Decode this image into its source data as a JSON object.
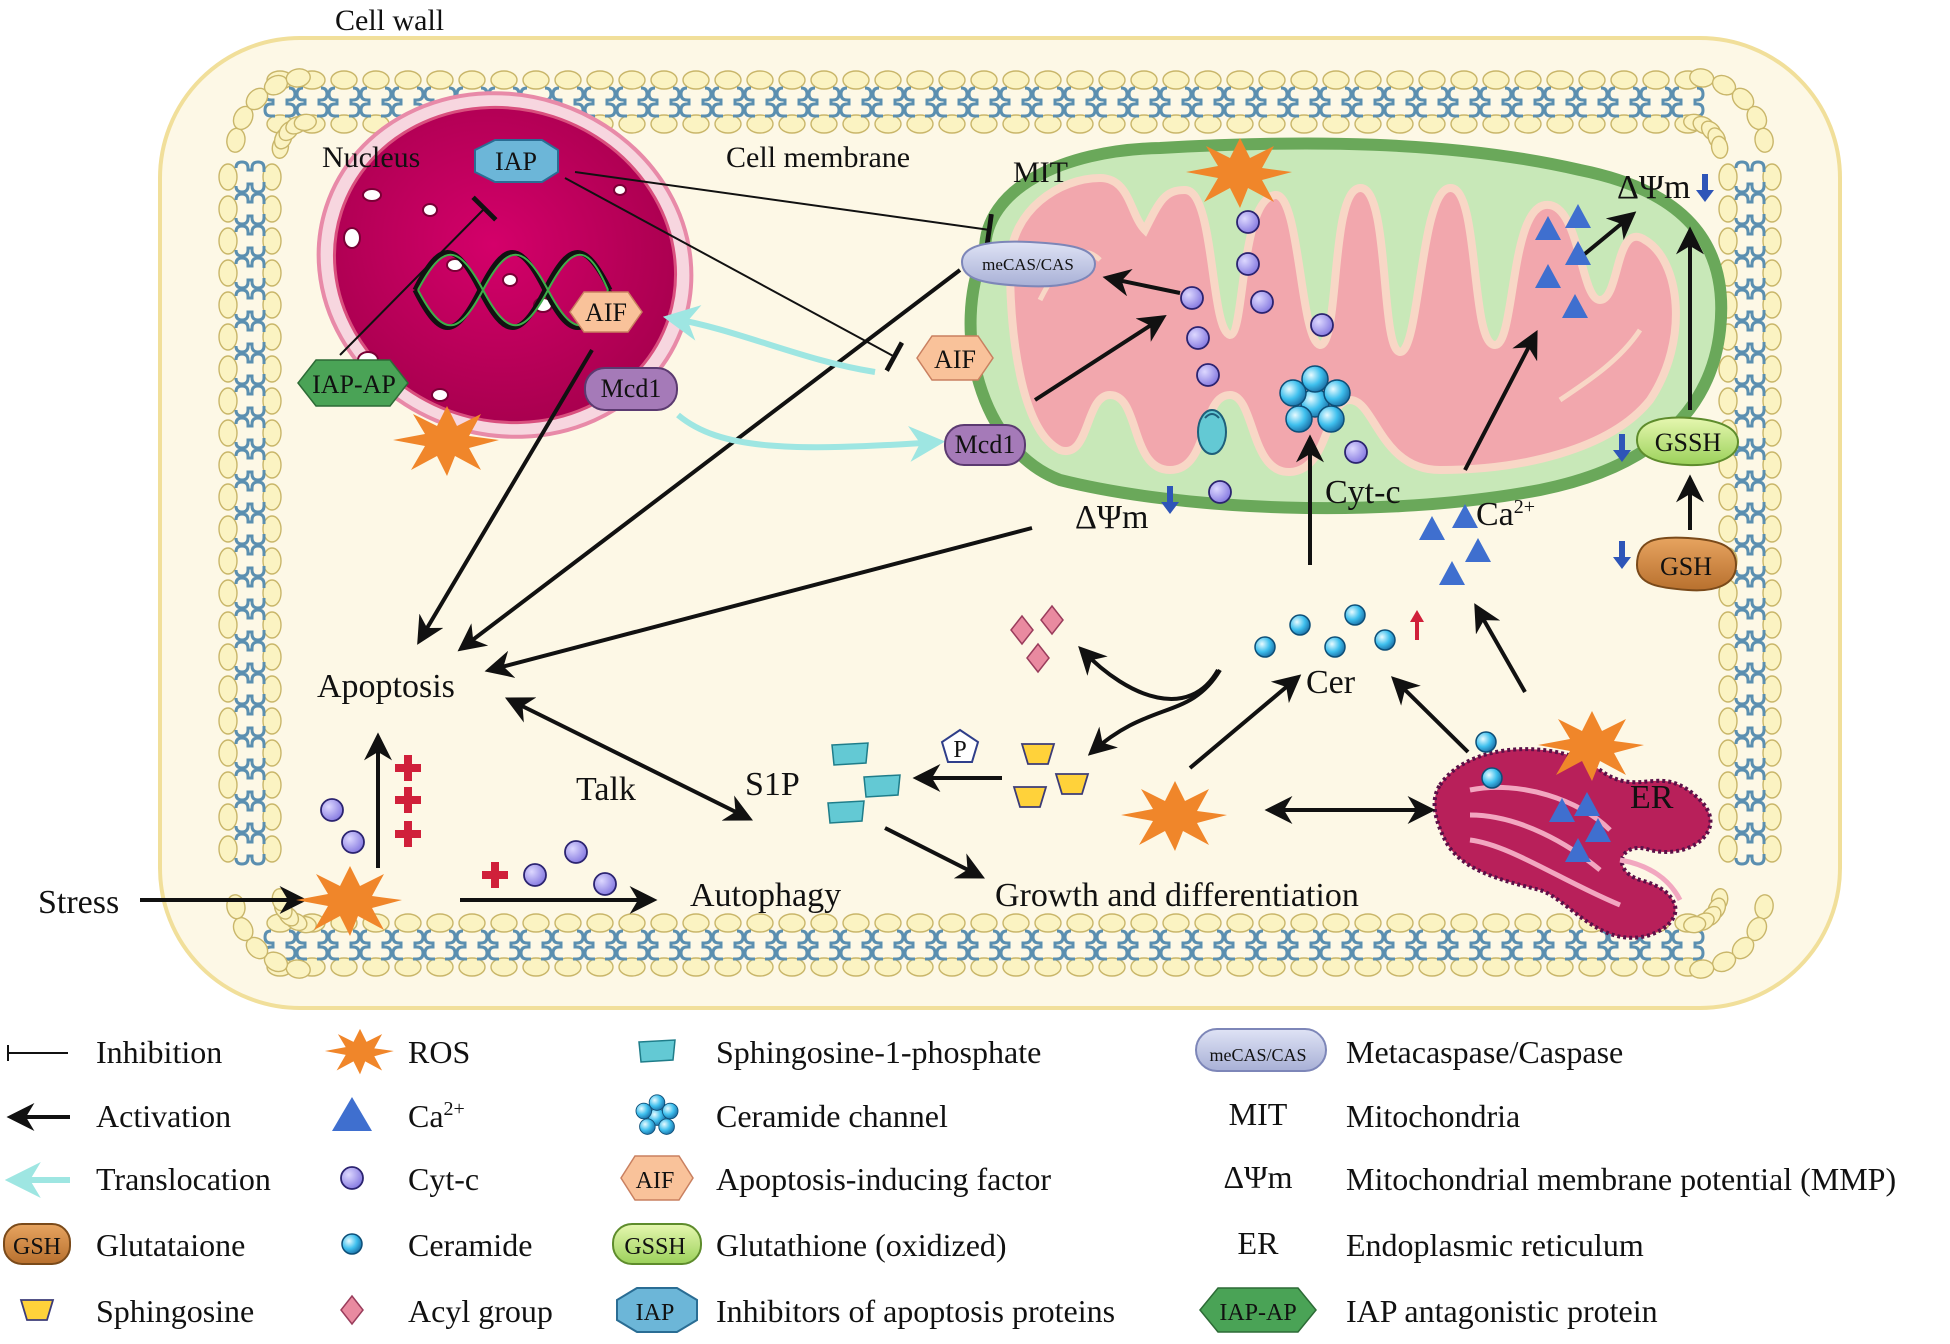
{
  "labels": {
    "cell_wall": "Cell wall",
    "nucleus": "Nucleus",
    "cell_membrane": "Cell membrane",
    "mit": "MIT",
    "apoptosis": "Apoptosis",
    "talk": "Talk",
    "autophagy": "Autophagy",
    "stress": "Stress",
    "s1p": "S1P",
    "growth": "Growth and differentiation",
    "cer": "Cer",
    "cytc": "Cyt-c",
    "ca": "Ca",
    "ca_sup": "2+",
    "er": "ER",
    "dpsi_m_right": "ΔΨm",
    "dpsi_m_mid": "ΔΨm",
    "p": "P"
  },
  "tags": {
    "iap": "IAP",
    "aif_nucleus": "AIF",
    "aif_cytoplasm": "AIF",
    "iap_ap": "IAP-AP",
    "mcd1_nucleus": "Mcd1",
    "mcd1_mit": "Mcd1",
    "mecas": "meCAS/CAS",
    "gssh": "GSSH",
    "gsh": "GSH"
  },
  "legend": [
    {
      "symbol": "inhibition-line",
      "text": "Inhibition"
    },
    {
      "symbol": "activation-arrow",
      "text": "Activation"
    },
    {
      "symbol": "translocation-arrow",
      "text": "Translocation"
    },
    {
      "symbol": "gsh-tag",
      "tag": "GSH",
      "text": "Glutataione"
    },
    {
      "symbol": "sphingosine",
      "text": "Sphingosine"
    },
    {
      "symbol": "ros",
      "text": "ROS"
    },
    {
      "symbol": "ca-triangle",
      "text": "Ca",
      "sup": "2+"
    },
    {
      "symbol": "cytc-circle",
      "text": "Cyt-c"
    },
    {
      "symbol": "ceramide-circle",
      "text": "Ceramide"
    },
    {
      "symbol": "acyl-diamond",
      "text": "Acyl group"
    },
    {
      "symbol": "s1p-rect",
      "text": "Sphingosine-1-phosphate"
    },
    {
      "symbol": "ceramide-channel",
      "text": "Ceramide channel"
    },
    {
      "symbol": "aif-tag",
      "tag": "AIF",
      "text": "Apoptosis-inducing factor"
    },
    {
      "symbol": "gssh-tag",
      "tag": "GSSH",
      "text": "Glutathione (oxidized)"
    },
    {
      "symbol": "iap-tag",
      "tag": "IAP",
      "text": "Inhibitors of apoptosis proteins"
    },
    {
      "symbol": "mecas-tag",
      "tag": "meCAS/CAS",
      "text": "Metacaspase/Caspase"
    },
    {
      "symbol": "abbr",
      "tag": "MIT",
      "text": "Mitochondria"
    },
    {
      "symbol": "abbr",
      "tag": "ΔΨm",
      "text": "Mitochondrial membrane potential (MMP)"
    },
    {
      "symbol": "abbr",
      "tag": "ER",
      "text": "Endoplasmic reticulum"
    },
    {
      "symbol": "iapap-tag",
      "tag": "IAP-AP",
      "text": "IAP antagonistic protein"
    }
  ],
  "colors": {
    "cell_fill": "#fdf8e6",
    "wall_stroke": "#f1df9a",
    "lipid_fill": "#fbf3c2",
    "protein": "#5b8fb0",
    "ros": "#f0862a",
    "ca": "#3f6fcf",
    "cytc": "#9a8fe8",
    "ceramide": "#2aa6e0",
    "translocation": "#9ee6e2",
    "mit_outer": "#6aa85a",
    "mit_inner": "#f2a7ad",
    "nucleus": "#c8005e",
    "red_cross": "#d0203a"
  }
}
